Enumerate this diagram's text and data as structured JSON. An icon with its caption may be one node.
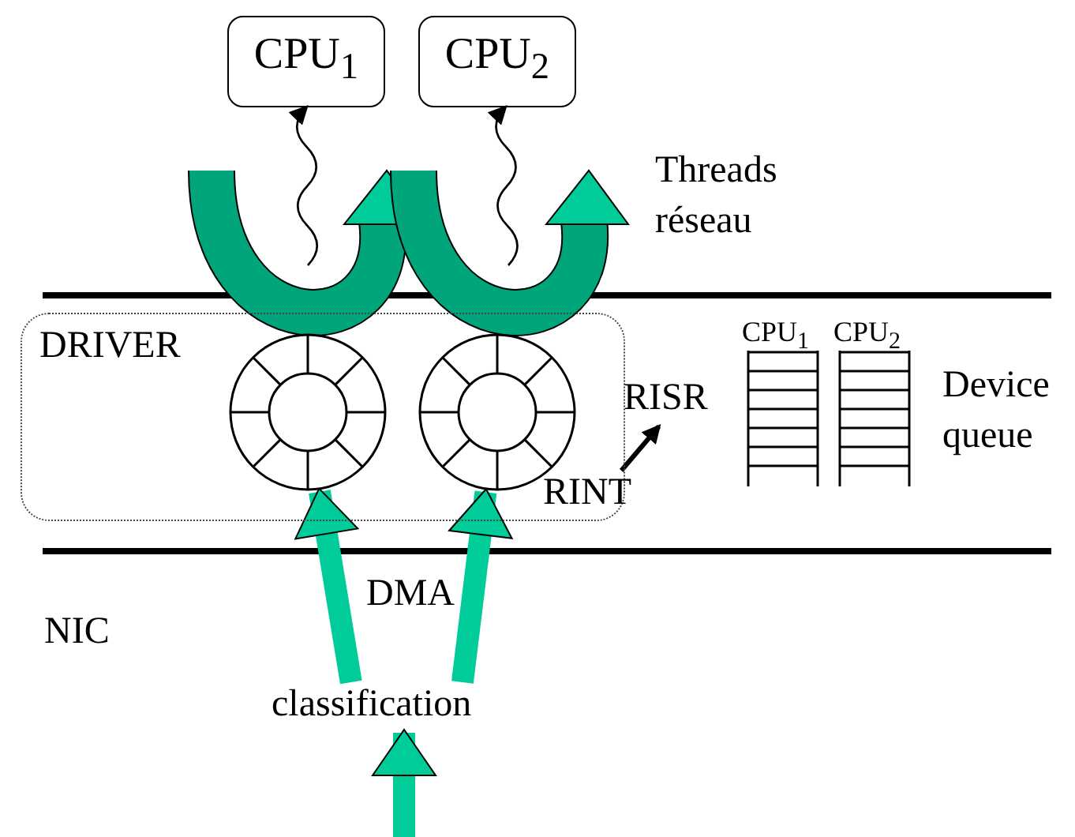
{
  "diagram": {
    "nodes": [
      {
        "text": [
          "CPU$_{1}$"
        ]
      },
      {
        "text": [
          "CPU$_{2}$"
        ]
      },
      {
        "text": [
          "DRIVER"
        ]
      },
      {
        "text": [],
        "shape": "circle",
        "in": 2
      },
      {
        "text": [],
        "shape": "circle",
        "in": 2
      },
      {
        "text": [
          "classification"
        ]
      },
      {
        "text": [
          "CPU$_{1}$"
        ]
      },
      {
        "text": [
          "CPU$_{2}$"
        ]
      },
      {
        "text": [
          "RINT"
        ]
      },
      {
        "text": [
          "RISR"
        ]
      }
    ],
    "edges": [
      {
        "from": null,
        "to": 0,
        "arrow": "to"
      },
      {
        "from": null,
        "to": 1,
        "arrow": "to"
      },
      {
        "from": 5,
        "to": 3,
        "arrow": "to",
        "style": "thick",
        "color": "#00cc99"
      },
      {
        "from": 5,
        "to": 4,
        "arrow": "to",
        "style": "thick",
        "color": "#00cc99"
      },
      {
        "from": null,
        "to": 5,
        "arrow": "to",
        "style": "thick",
        "color": "#00cc99"
      },
      {
        "from": 8,
        "to": 9,
        "arrow": "to"
      }
    ],
    "labels": [
      "Threads réseau",
      "DMA",
      "Device queue",
      "NIC"
    ]
  }
}
